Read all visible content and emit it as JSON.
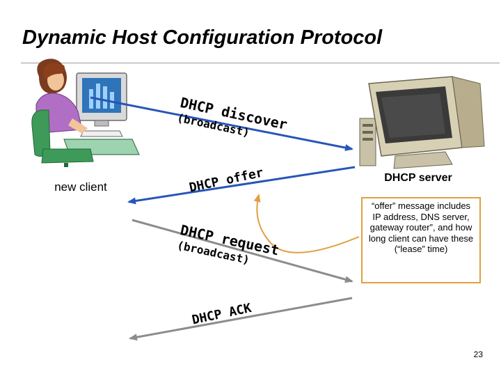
{
  "title": "Dynamic Host Configuration Protocol",
  "client": {
    "label": "new client"
  },
  "server": {
    "label": "DHCP server"
  },
  "messages": {
    "discover": {
      "line1": "DHCP discover",
      "line2": "(broadcast)"
    },
    "offer": {
      "line1": "DHCP offer"
    },
    "request": {
      "line1": "DHCP request",
      "line2": "(broadcast)"
    },
    "ack": {
      "line1": "DHCP ACK"
    }
  },
  "note": {
    "text": "“offer” message includes IP address, DNS server, gateway router”, and how long client can have these (“lease” time)"
  },
  "page_number": "23",
  "colors": {
    "broadcast_arrow": "#2855b8",
    "unicast_arrow": "#8c8c8c",
    "note_arrow": "#e0a040",
    "note_border": "#e0a040"
  }
}
